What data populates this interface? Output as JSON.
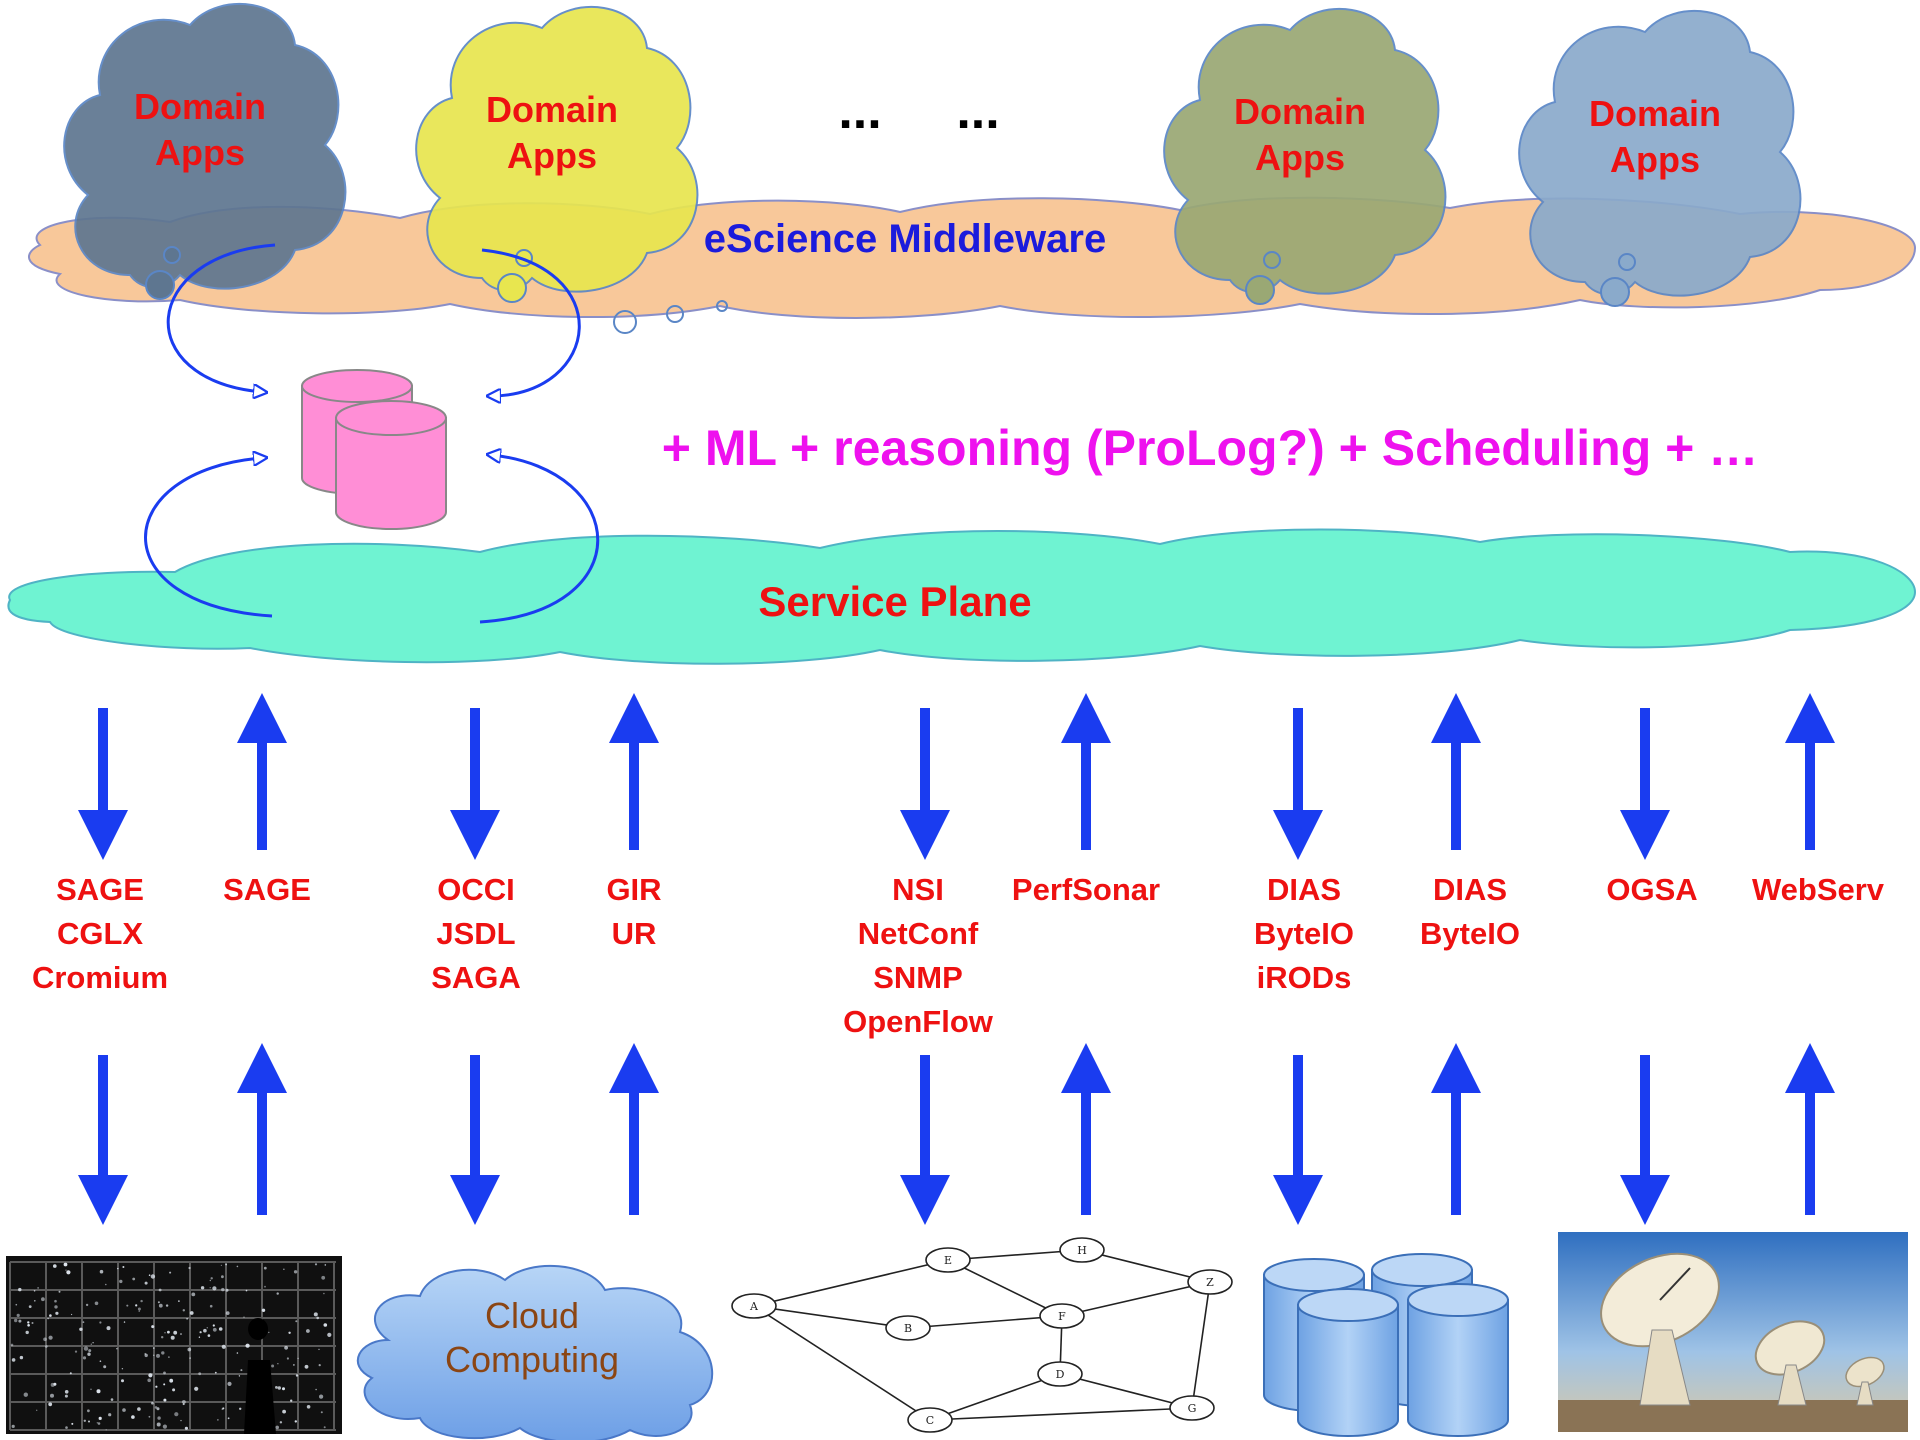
{
  "domain_apps": [
    {
      "line1": "Domain",
      "line2": "Apps",
      "color": "#5e7690"
    },
    {
      "line1": "Domain",
      "line2": "Apps",
      "color": "#e8e64f"
    },
    {
      "line1": "Domain",
      "line2": "Apps",
      "color": "#9aa874"
    },
    {
      "line1": "Domain",
      "line2": "Apps",
      "color": "#8aaacb"
    }
  ],
  "ellipsis": [
    "...",
    "..."
  ],
  "middleware": {
    "label": "eScience Middleware",
    "color": "#f8c89a",
    "text_color": "#1b1bdc"
  },
  "reasoning": {
    "label": "+ ML + reasoning (ProLog?) + Scheduling + …",
    "color": "#ee11ee"
  },
  "service_plane": {
    "label": "Service Plane",
    "color": "#6ff3d2",
    "text_color": "#ee1111"
  },
  "database_color": "#ff8ed6",
  "arrow_color": "#1a3cf0",
  "protocols": [
    {
      "lines": [
        "SAGE",
        "CGLX",
        "Cromium"
      ]
    },
    {
      "lines": [
        "SAGE"
      ]
    },
    {
      "lines": [
        "OCCI",
        "JSDL",
        "SAGA"
      ]
    },
    {
      "lines": [
        "GIR",
        "UR"
      ]
    },
    {
      "lines": [
        "NSI",
        "NetConf",
        "SNMP",
        "OpenFlow"
      ]
    },
    {
      "lines": [
        "PerfSonar"
      ]
    },
    {
      "lines": [
        "DIAS",
        "ByteIO",
        "iRODs"
      ]
    },
    {
      "lines": [
        "DIAS",
        "ByteIO"
      ]
    },
    {
      "lines": [
        "OGSA"
      ]
    },
    {
      "lines": [
        "WebServ"
      ]
    }
  ],
  "resources": {
    "cloud": {
      "line1": "Cloud",
      "line2": "Computing",
      "color": "#8fbdf2",
      "text_color": "#8b4513"
    },
    "graph_nodes": [
      "A",
      "B",
      "C",
      "D",
      "E",
      "F",
      "G",
      "H",
      "Z"
    ],
    "storage_color": "#8ebcf0"
  }
}
